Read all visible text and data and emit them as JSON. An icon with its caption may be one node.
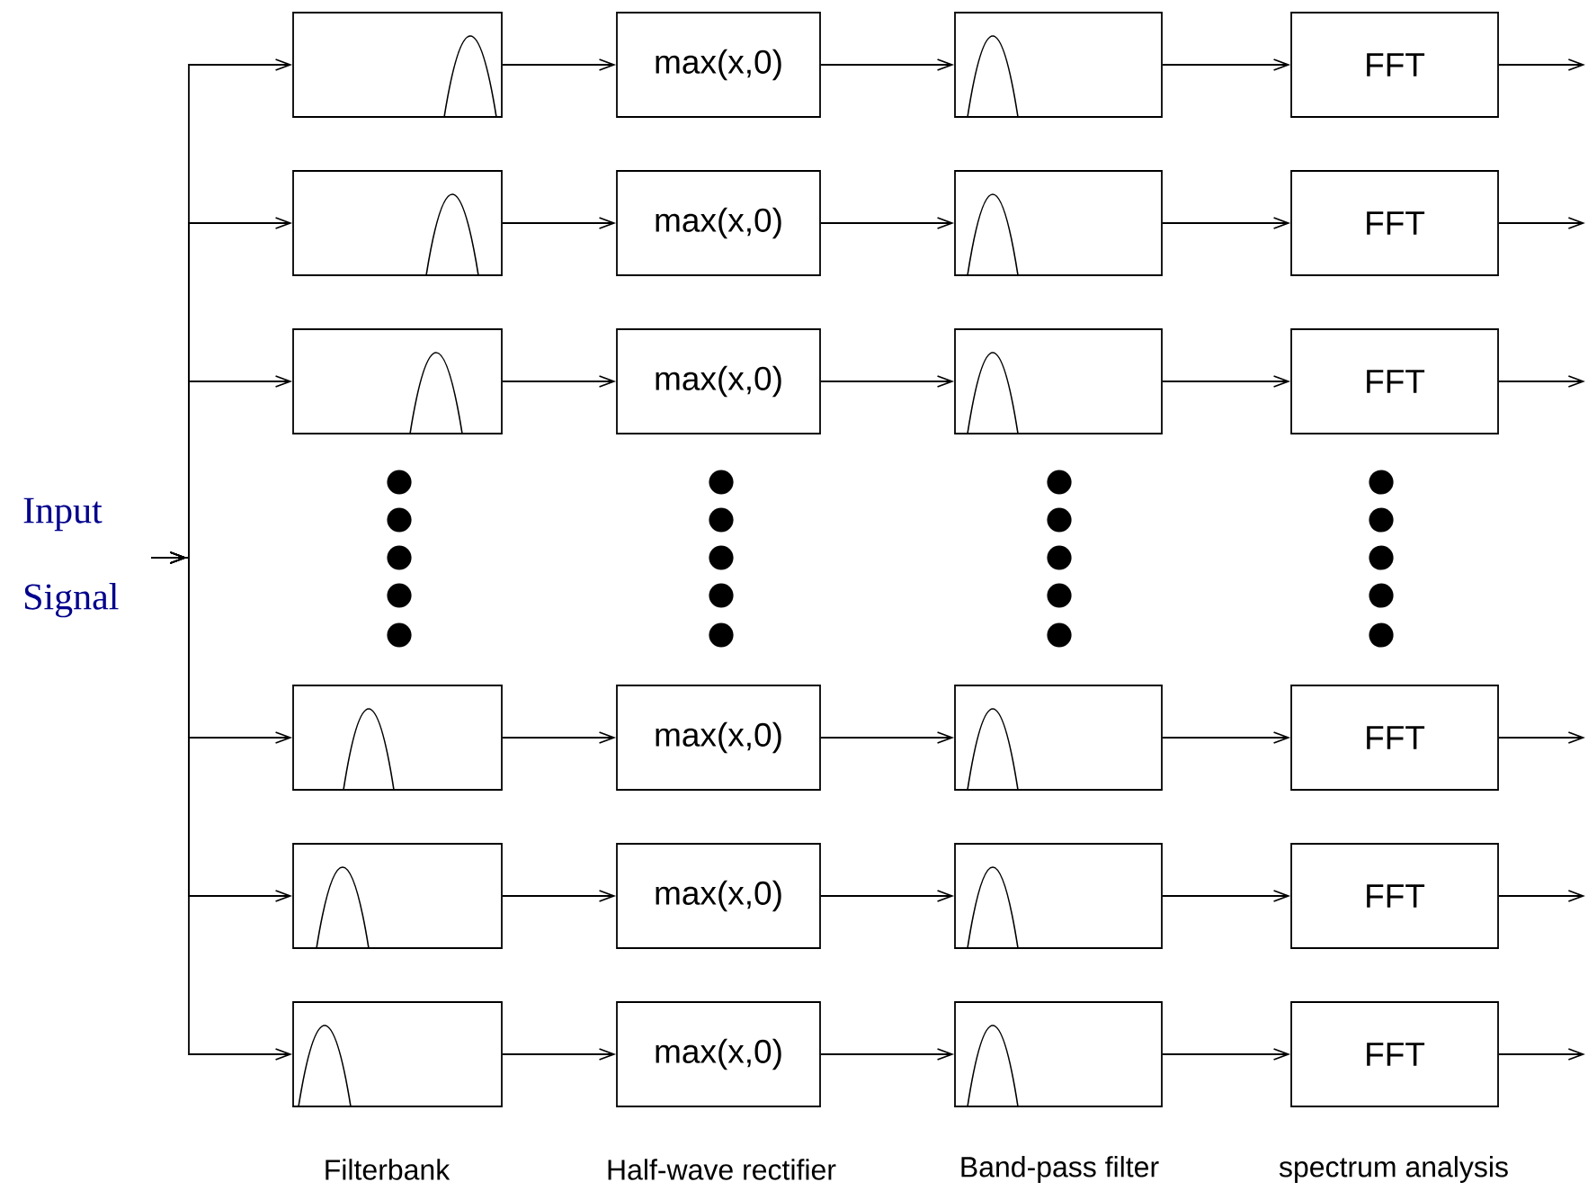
{
  "diagram": {
    "nodes": [
      {
        "text": [
          "Input Signal"
        ]
      },
      {
        "text": [],
        "shape": "box"
      },
      {
        "text": [
          "max(x,0)"
        ]
      },
      {
        "text": [],
        "shape": "box"
      },
      {
        "text": [
          "FFT"
        ]
      },
      {
        "text": [],
        "shape": "box"
      },
      {
        "text": [
          "max(x,0)"
        ]
      },
      {
        "text": [],
        "shape": "box"
      },
      {
        "text": [
          "FFT"
        ]
      },
      {
        "text": [],
        "shape": "box"
      },
      {
        "text": [
          "max(x,0)"
        ]
      },
      {
        "text": [],
        "shape": "box"
      },
      {
        "text": [
          "FFT"
        ]
      },
      {
        "text": [],
        "shape": "box"
      },
      {
        "text": [
          "max(x,0)"
        ]
      },
      {
        "text": [],
        "shape": "box"
      },
      {
        "text": [
          "FFT"
        ]
      },
      {
        "text": [],
        "shape": "box"
      },
      {
        "text": [
          "max(x,0)"
        ]
      },
      {
        "text": [],
        "shape": "box"
      },
      {
        "text": [
          "FFT"
        ]
      },
      {
        "text": [],
        "shape": "box"
      },
      {
        "text": [
          "max(x,0)"
        ]
      },
      {
        "text": [],
        "shape": "box"
      },
      {
        "text": [
          "FFT"
        ]
      }
    ],
    "edges": [
      {
        "from": 0,
        "to": 1,
        "arrow": "to"
      },
      {
        "from": 0,
        "to": 5,
        "arrow": "to"
      },
      {
        "from": 0,
        "to": 9,
        "arrow": "to"
      },
      {
        "from": 0,
        "to": 13,
        "arrow": "to"
      },
      {
        "from": 0,
        "to": 17,
        "arrow": "to"
      },
      {
        "from": 0,
        "to": 21,
        "arrow": "to"
      },
      {
        "from": 1,
        "to": 2,
        "arrow": "to"
      },
      {
        "from": 2,
        "to": 3,
        "arrow": "to"
      },
      {
        "from": 3,
        "to": 4,
        "arrow": "to"
      },
      {
        "from": 4,
        "to": null,
        "arrow": "to"
      },
      {
        "from": 5,
        "to": 6,
        "arrow": "to"
      },
      {
        "from": 6,
        "to": 7,
        "arrow": "to"
      },
      {
        "from": 7,
        "to": 8,
        "arrow": "to"
      },
      {
        "from": 8,
        "to": null,
        "arrow": "to"
      },
      {
        "from": 9,
        "to": 10,
        "arrow": "to"
      },
      {
        "from": 10,
        "to": 11,
        "arrow": "to"
      },
      {
        "from": 11,
        "to": 12,
        "arrow": "to"
      },
      {
        "from": 12,
        "to": null,
        "arrow": "to"
      },
      {
        "from": 13,
        "to": 14,
        "arrow": "to"
      },
      {
        "from": 14,
        "to": 15,
        "arrow": "to"
      },
      {
        "from": 15,
        "to": 16,
        "arrow": "to"
      },
      {
        "from": 16,
        "to": null,
        "arrow": "to"
      },
      {
        "from": 17,
        "to": 18,
        "arrow": "to"
      },
      {
        "from": 18,
        "to": 19,
        "arrow": "to"
      },
      {
        "from": 19,
        "to": 20,
        "arrow": "to"
      },
      {
        "from": 20,
        "to": null,
        "arrow": "to"
      },
      {
        "from": 21,
        "to": 22,
        "arrow": "to"
      },
      {
        "from": 22,
        "to": 23,
        "arrow": "to"
      },
      {
        "from": 23,
        "to": 24,
        "arrow": "to"
      },
      {
        "from": 24,
        "to": null,
        "arrow": "to"
      }
    ],
    "labels": [
      "Filterbank",
      "Half-wave rectifier",
      "Band-pass filter",
      "spectrum analysis"
    ]
  }
}
